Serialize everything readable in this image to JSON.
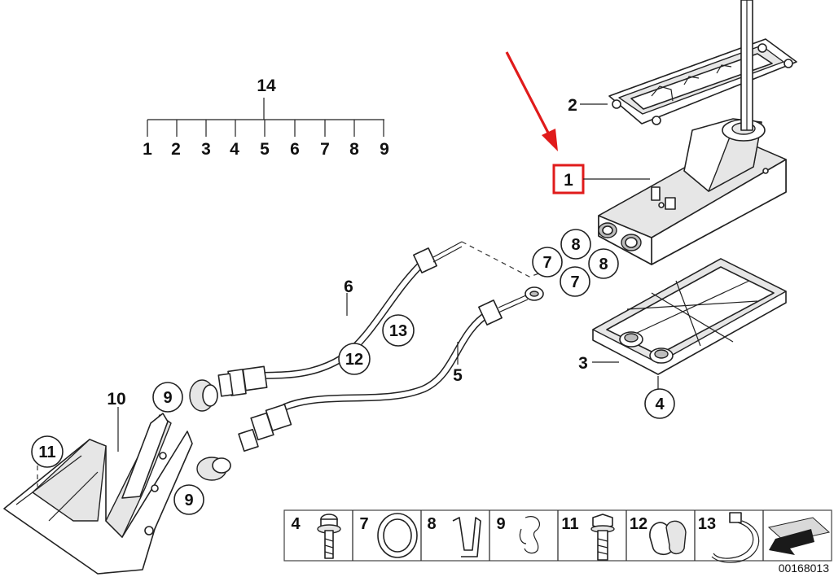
{
  "callouts": {
    "c14": "14",
    "bracket": [
      "1",
      "2",
      "3",
      "4",
      "5",
      "6",
      "7",
      "8",
      "9"
    ],
    "c1": "1",
    "c2": "2",
    "c3": "3",
    "c4": "4",
    "c5": "5",
    "c6": "6",
    "c7a": "7",
    "c7b": "7",
    "c8a": "8",
    "c8b": "8",
    "c9a": "9",
    "c9b": "9",
    "c10": "10",
    "c11": "11",
    "c12": "12",
    "c13": "13"
  },
  "legend": [
    "4",
    "7",
    "8",
    "9",
    "11",
    "12",
    "13"
  ],
  "diagram_code": "00168013",
  "colors": {
    "highlight": "#e01b1b",
    "line": "#222222"
  }
}
